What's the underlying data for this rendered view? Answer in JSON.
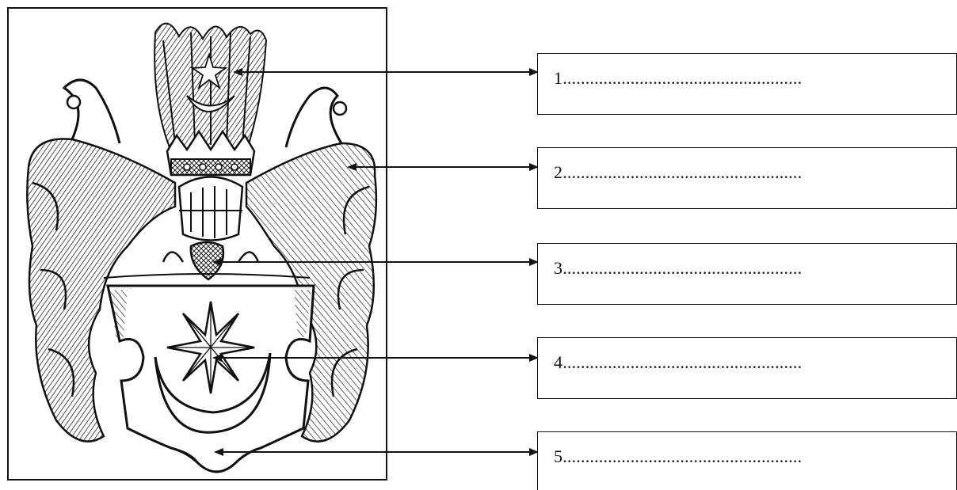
{
  "labels": [
    {
      "id": "1",
      "text": "1....................................................."
    },
    {
      "id": "2",
      "text": "2....................................................."
    },
    {
      "id": "3",
      "text": "3....................................................."
    },
    {
      "id": "4",
      "text": "4....................................................."
    },
    {
      "id": "5",
      "text": "5....................................................."
    }
  ],
  "colors": {
    "ink": "#111111",
    "background": "#ffffff"
  }
}
